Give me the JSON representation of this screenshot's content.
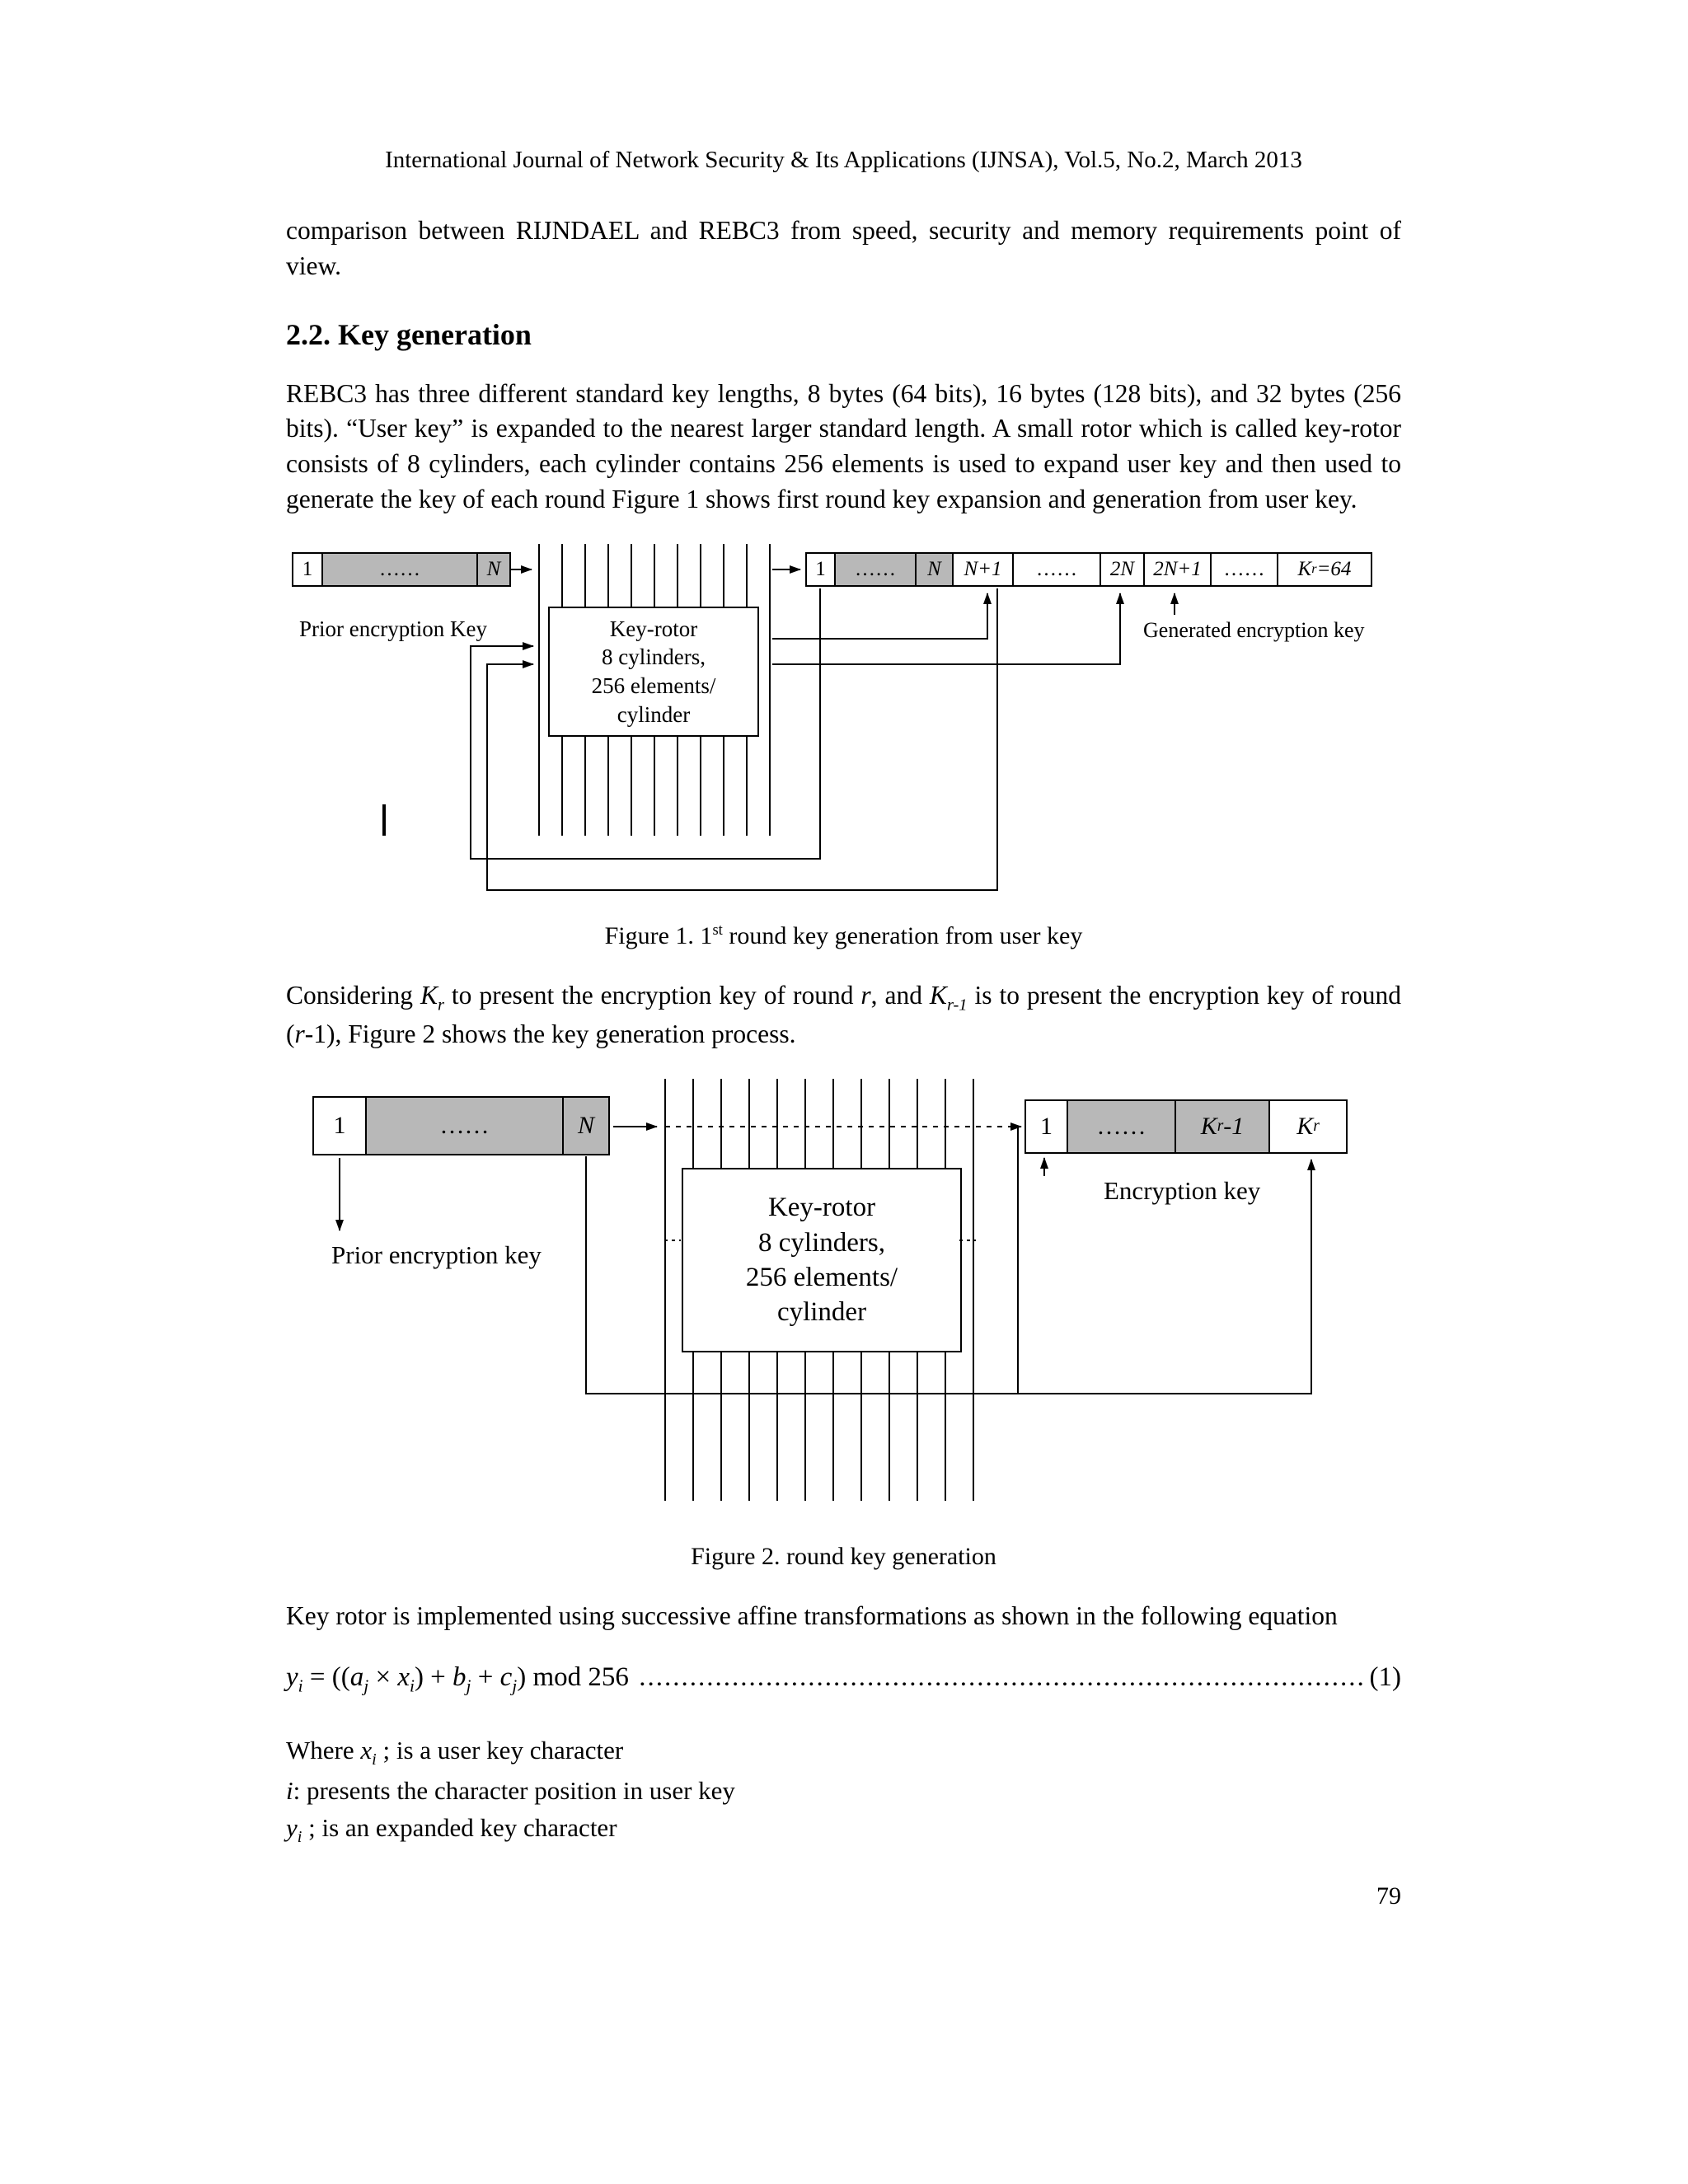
{
  "header": {
    "line": "International Journal of Network Security & Its Applications (IJNSA), Vol.5, No.2, March 2013"
  },
  "paragraphs": {
    "intro": "comparison between RIJNDAEL and REBC3 from speed, security and memory requirements point of view.",
    "key_gen_body": "REBC3 has three different standard key lengths, 8 bytes (64 bits), 16 bytes (128 bits), and 32 bytes (256 bits). “User key” is expanded to the nearest larger standard length. A small rotor which is called key-rotor consists of 8 cylinders, each cylinder contains 256 elements is used to expand user key and then used to generate the key of each round Figure 1 shows first round key expansion and generation from user key.",
    "equation_intro": "Key rotor is implemented using successive affine transformations as shown in the following equation"
  },
  "section_heading": "2.2. Key generation",
  "considering": {
    "t1": "Considering ",
    "k1": "K",
    "k1s": "r",
    "t2": " to present the encryption key of round ",
    "r1": "r",
    "t3": ", and ",
    "k2": "K",
    "k2s": "r-1",
    "t4": " is to present the encryption key of round (",
    "r2": "r",
    "t5": "-1), Figure 2 shows the key generation process."
  },
  "figure1": {
    "left": {
      "c1": "1",
      "c2": "……",
      "c3": "N"
    },
    "right": {
      "c1": "1",
      "c2": "……",
      "c3": "N",
      "c4": "N+1",
      "c5": "……",
      "c6": "2N",
      "c7": "2N+1",
      "c8": "……",
      "c9_base": "K",
      "c9_sub": "r",
      "c9_rest": "=64"
    },
    "prior_label": "Prior encryption Key",
    "generated_label": "Generated encryption key",
    "rotor": {
      "l1": "Key-rotor",
      "l2": "8 cylinders,",
      "l3": "256 elements/",
      "l4": "cylinder"
    },
    "caption": {
      "pre": "Figure 1. 1",
      "sup": "st",
      "post": " round key generation from user key"
    }
  },
  "figure2": {
    "left": {
      "c1": "1",
      "c2": "……",
      "c3": "N"
    },
    "right": {
      "c1": "1",
      "c2": "……",
      "c3_base": "K",
      "c3_sub": "r",
      "c3_rest": "-1",
      "c4_base": "K",
      "c4_sub": "r"
    },
    "prior_label": "Prior encryption key",
    "encryption_label": "Encryption key",
    "rotor": {
      "l1": "Key-rotor",
      "l2": "8 cylinders,",
      "l3": "256 elements/",
      "l4": "cylinder"
    },
    "caption": "Figure 2. round key generation"
  },
  "equation": {
    "lhs_base": "y",
    "lhs_sub": "i",
    "eq": " = ((",
    "a": "a",
    "a_sub": "j",
    "times": " × ",
    "x": "x",
    "x_sub": "i",
    "m1": ") + ",
    "b": "b",
    "b_sub": "j",
    "m2": " + ",
    "c": "c",
    "c_sub": "j",
    "m3": ") mod 256 ",
    "dots": "..........................................................................................................................",
    "num": "(1)"
  },
  "where": {
    "w1a": "Where ",
    "w1x": "x",
    "w1s": "i",
    "w1b": " ; is a user key character",
    "w2i": "i",
    "w2b": ": presents the character position in user key",
    "w3y": "y",
    "w3s": "i",
    "w3b": " ; is an expanded key character"
  },
  "page_number": "79"
}
